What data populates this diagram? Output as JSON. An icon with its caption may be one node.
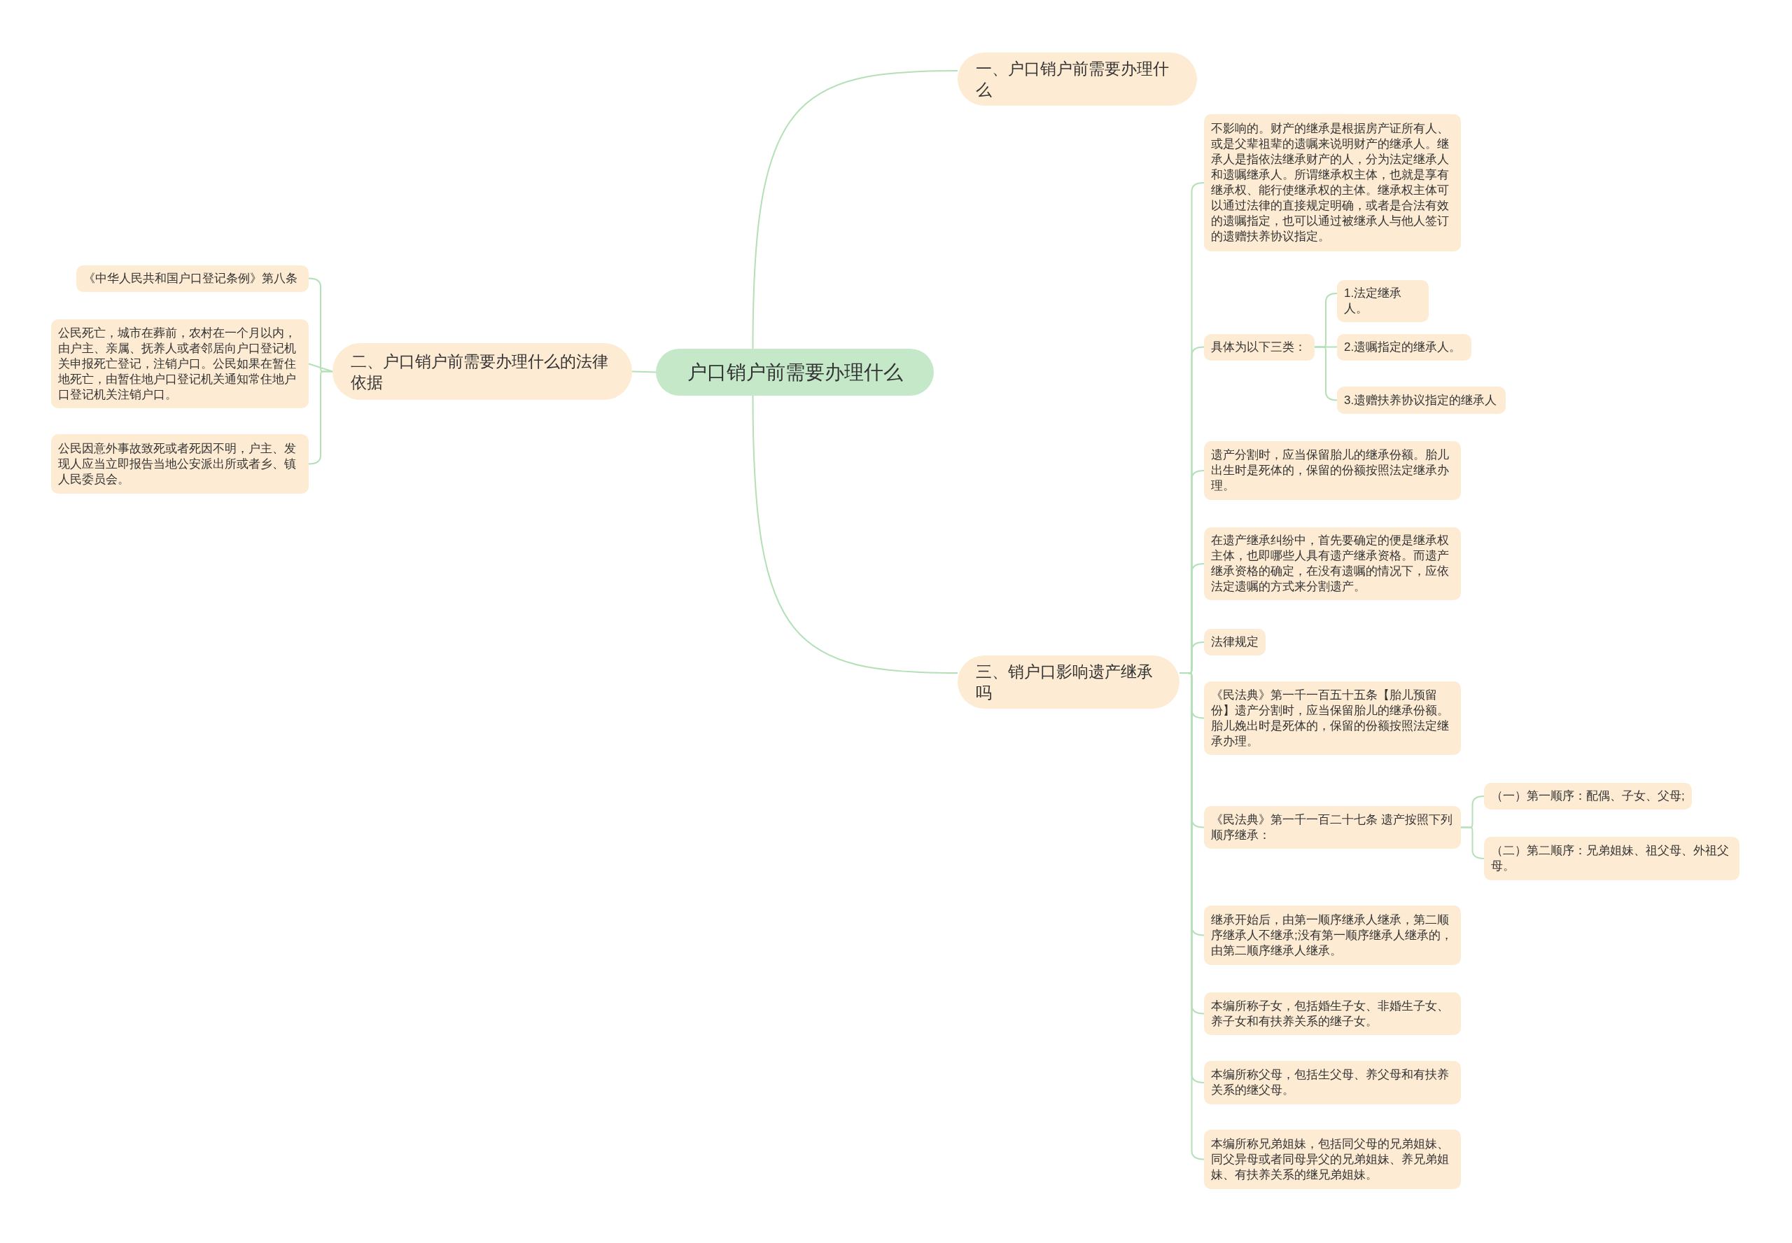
{
  "diagram": {
    "nodes": [
      {
        "text": [
          "户口销户前需要办理什么"
        ]
      },
      {
        "text": [
          "一、户口销户前需要办理什么"
        ]
      },
      {
        "text": [
          "二、户口销户前需要办理什么的法律依据"
        ]
      },
      {
        "text": [
          "三、销户口影响遗产继承吗"
        ]
      },
      {
        "text": [
          "《中华人民共和国户口登记条例》第八条"
        ]
      },
      {
        "text": [
          "公民死亡，城市在葬前，农村在一个月以内，由户主、亲属、抚养人或者邻居向户口登记机关申报死亡登记，注销户口。公民如果在暂住地死亡，由暂住地户口登记机关通知常住地户口登记机关注销户口。"
        ]
      },
      {
        "text": [
          "公民因意外事故致死或者死因不明，户主、发现人应当立即报告当地公安派出所或者乡、镇人民委员会。"
        ]
      },
      {
        "text": [
          "不影响的。财产的继承是根据房产证所有人、或是父辈祖辈的遗嘱来说明财产的继承人。继承人是指依法继承财产的人，分为法定继承人和遗嘱继承人。所谓继承权主体，也就是享有继承权、能行使继承权的主体。继承权主体可以通过法律的直接规定明确，或者是合法有效的遗嘱指定，也可以通过被继承人与他人签订的遗赠扶养协议指定。"
        ]
      },
      {
        "text": [
          "具体为以下三类："
        ]
      },
      {
        "text": [
          "1.法定继承人。"
        ]
      },
      {
        "text": [
          "2.遗嘱指定的继承人。"
        ]
      },
      {
        "text": [
          "3.遗赠扶养协议指定的继承人"
        ]
      },
      {
        "text": [
          "遗产分割时，应当保留胎儿的继承份额。胎儿出生时是死体的，保留的份额按照法定继承办理。"
        ]
      },
      {
        "text": [
          "在遗产继承纠纷中，首先要确定的便是继承权主体，也即哪些人具有遗产继承资格。而遗产继承资格的确定，在没有遗嘱的情况下，应依法定遗嘱的方式来分割遗产。"
        ]
      },
      {
        "text": [
          "法律规定"
        ]
      },
      {
        "text": [
          "《民法典》第一千一百五十五条【胎儿预留份】遗产分割时，应当保留胎儿的继承份额。胎儿娩出时是死体的，保留的份额按照法定继承办理。"
        ]
      },
      {
        "text": [
          "《民法典》第一千一百二十七条 遗产按照下列顺序继承："
        ]
      },
      {
        "text": [
          "（一）第一顺序：配偶、子女、父母;"
        ]
      },
      {
        "text": [
          "（二）第二顺序：兄弟姐妹、祖父母、外祖父母。"
        ]
      },
      {
        "text": [
          "继承开始后，由第一顺序继承人继承，第二顺序继承人不继承;没有第一顺序继承人继承的，由第二顺序继承人继承。"
        ]
      },
      {
        "text": [
          "本编所称子女，包括婚生子女、非婚生子女、养子女和有扶养关系的继子女。"
        ]
      },
      {
        "text": [
          "本编所称父母，包括生父母、养父母和有扶养关系的继父母。"
        ]
      },
      {
        "text": [
          "本编所称兄弟姐妹，包括同父母的兄弟姐妹、同父异母或者同母异父的兄弟姐妹、养兄弟姐妹、有扶养关系的继兄弟姐妹。"
        ]
      }
    ],
    "edges": [
      {
        "from": 0,
        "to": 1,
        "arrow": "none"
      },
      {
        "from": 0,
        "to": 2,
        "arrow": "none"
      },
      {
        "from": 0,
        "to": 3,
        "arrow": "none"
      },
      {
        "from": 2,
        "to": 4,
        "arrow": "none"
      },
      {
        "from": 2,
        "to": 5,
        "arrow": "none"
      },
      {
        "from": 2,
        "to": 6,
        "arrow": "none"
      },
      {
        "from": 3,
        "to": 7,
        "arrow": "none"
      },
      {
        "from": 3,
        "to": 8,
        "arrow": "none"
      },
      {
        "from": 8,
        "to": 9,
        "arrow": "none"
      },
      {
        "from": 8,
        "to": 10,
        "arrow": "none"
      },
      {
        "from": 8,
        "to": 11,
        "arrow": "none"
      },
      {
        "from": 3,
        "to": 12,
        "arrow": "none"
      },
      {
        "from": 3,
        "to": 13,
        "arrow": "none"
      },
      {
        "from": 3,
        "to": 14,
        "arrow": "none"
      },
      {
        "from": 3,
        "to": 15,
        "arrow": "none"
      },
      {
        "from": 3,
        "to": 16,
        "arrow": "none"
      },
      {
        "from": 16,
        "to": 17,
        "arrow": "none"
      },
      {
        "from": 16,
        "to": 18,
        "arrow": "none"
      },
      {
        "from": 3,
        "to": 19,
        "arrow": "none"
      },
      {
        "from": 3,
        "to": 20,
        "arrow": "none"
      },
      {
        "from": 3,
        "to": 21,
        "arrow": "none"
      },
      {
        "from": 3,
        "to": 22,
        "arrow": "none"
      }
    ]
  }
}
